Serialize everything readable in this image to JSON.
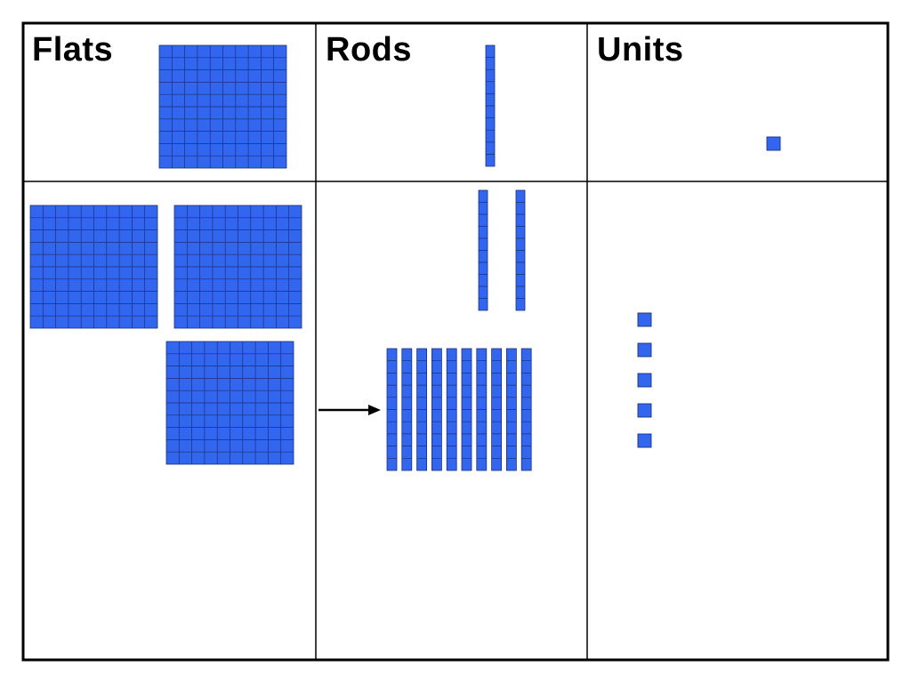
{
  "headers": {
    "flats": "Flats",
    "rods": "Rods",
    "units": "Units"
  },
  "colors": {
    "block_fill": "#3366ee",
    "block_grid": "#1a2f80",
    "border": "#000000",
    "background": "#ffffff"
  },
  "icons": {
    "arrow": "arrow-right-icon"
  },
  "legend_row": {
    "flats": 1,
    "rods": 1,
    "units": 1
  },
  "work_row": {
    "flats": 3,
    "rods_loose": 2,
    "rods_grouped": 10,
    "units": 5
  }
}
